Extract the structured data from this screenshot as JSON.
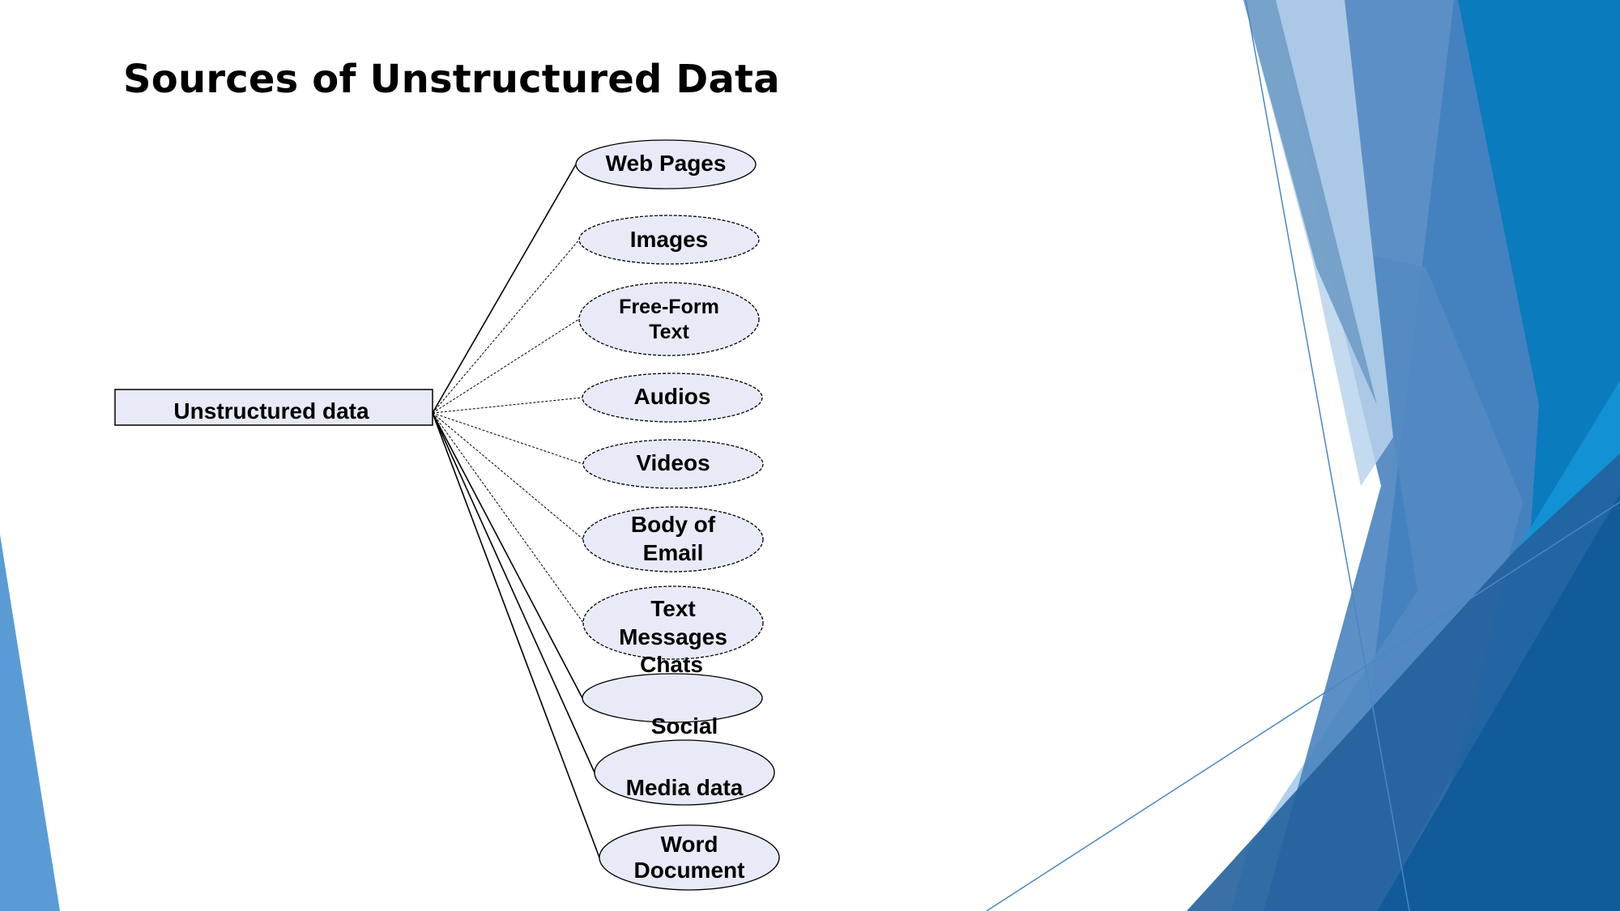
{
  "slide": {
    "title": "Sources of Unstructured Data"
  },
  "diagram": {
    "root_label": "Unstructured data",
    "nodes": [
      {
        "lines": [
          "Web Pages"
        ]
      },
      {
        "lines": [
          "Images"
        ]
      },
      {
        "lines": [
          "Free-Form",
          "Text"
        ]
      },
      {
        "lines": [
          "Audios"
        ]
      },
      {
        "lines": [
          "Videos"
        ]
      },
      {
        "lines": [
          "Body of",
          "Email"
        ]
      },
      {
        "lines": [
          "Text",
          "Messages"
        ]
      },
      {
        "lines": [
          "Chats"
        ]
      },
      {
        "lines": [
          "Social",
          "Media data"
        ]
      },
      {
        "lines": [
          "Word",
          "Document"
        ]
      }
    ]
  },
  "colors": {
    "node_fill": "#e8ebf7",
    "outline": "#000000",
    "accent_dark": "#1f5c99",
    "accent_light": "#9dc3e6",
    "accent_teal": "#0a7bbd"
  }
}
